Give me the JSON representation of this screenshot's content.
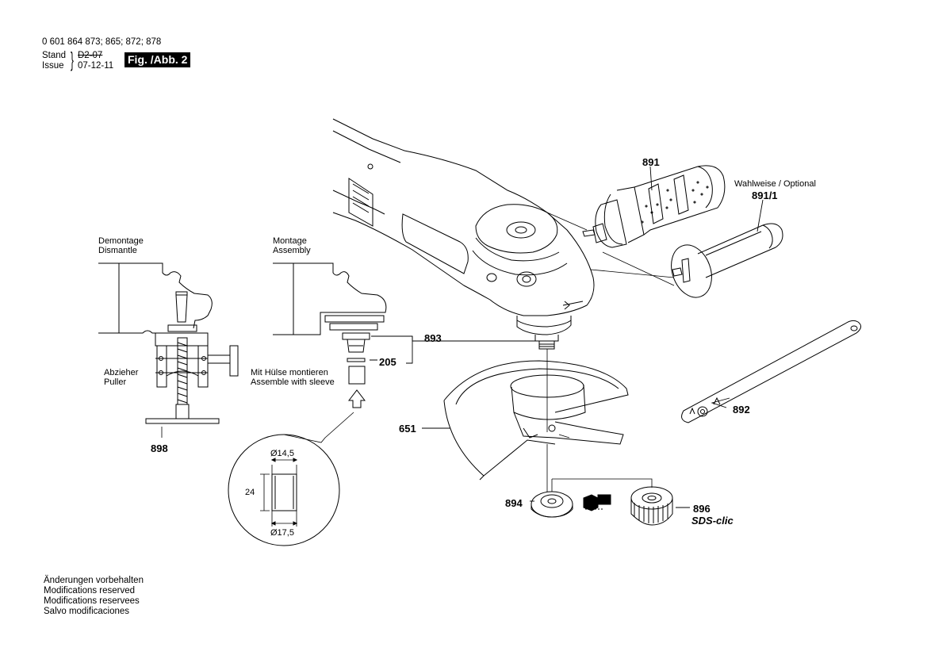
{
  "header": {
    "part_numbers": "0 601 864 873; 865; 872; 878",
    "stand_label": "Stand",
    "stand_value": "D2-07",
    "issue_label": "Issue",
    "issue_value": "07-12-11",
    "figure_badge": "Fig. /Abb. 2"
  },
  "labels": {
    "demontage": "Demontage",
    "dismantle": "Dismantle",
    "montage": "Montage",
    "assembly": "Assembly",
    "abzieher": "Abzieher",
    "puller": "Puller",
    "mit_huelse": "Mit Hülse montieren",
    "assemble_sleeve": "Assemble with sleeve",
    "wahlweise": "Wahlweise / Optional",
    "sds_clic": "SDS-clic"
  },
  "parts": {
    "p891": "891",
    "p891_1": "891/1",
    "p893": "893",
    "p205": "205",
    "p651": "651",
    "p892": "892",
    "p894": "894",
    "p896": "896",
    "p898": "898"
  },
  "sleeve_dims": {
    "inner": "Ø14,5",
    "length": "24",
    "outer": "Ø17,5"
  },
  "footer": [
    "Änderungen vorbehalten",
    "Modifications reserved",
    "Modifications reservees",
    "Salvo modificaciones"
  ]
}
